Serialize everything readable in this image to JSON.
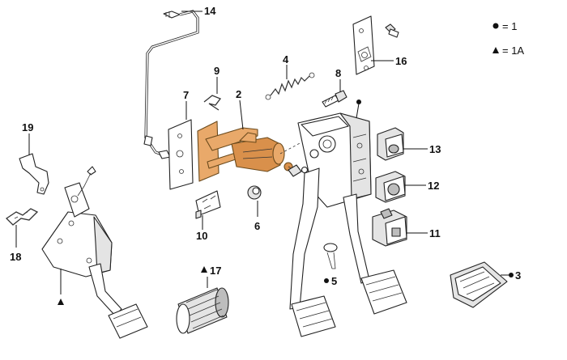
{
  "legend": {
    "circle_marker": "●",
    "circle_text": "= 1",
    "triangle_marker": "▲",
    "triangle_text": "= 1A"
  },
  "callouts": {
    "n2": "2",
    "n3": "3",
    "n4": "4",
    "n5": "5",
    "n6": "6",
    "n7": "7",
    "n8": "8",
    "n9": "9",
    "n10": "10",
    "n11": "11",
    "n12": "12",
    "n13": "13",
    "n14": "14",
    "n16": "16",
    "n17": "17",
    "n18": "18",
    "n19": "19"
  },
  "colors": {
    "highlight": "#e9a96a",
    "highlight_dark": "#d9904b",
    "line": "#111111",
    "background": "#ffffff"
  }
}
